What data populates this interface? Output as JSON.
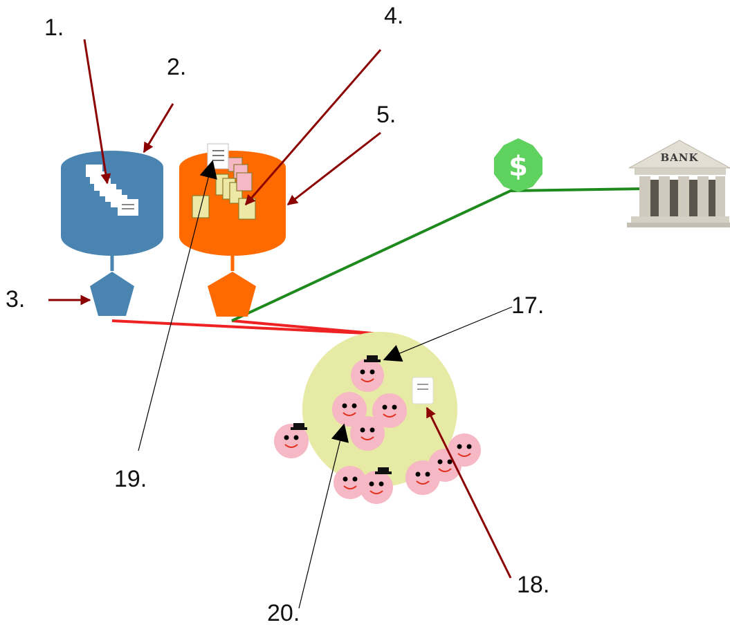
{
  "labels": {
    "l1": "1.",
    "l2": "2.",
    "l3": "3.",
    "l4": "4.",
    "l5": "5.",
    "l17": "17.",
    "l18": "18.",
    "l19": "19.",
    "l20": "20."
  },
  "bank": {
    "sign": "BANK"
  },
  "coin": {
    "symbol": "$"
  },
  "icons": {
    "blue_database": "database-icon",
    "orange_database": "database-icon",
    "blue_node": "pentagon-icon",
    "orange_node": "pentagon-icon",
    "coin": "dollar-coin-icon",
    "bank": "bank-building-icon",
    "people": "smiley-face-icon",
    "document": "scroll-document-icon"
  },
  "colors": {
    "blue": "#4a84b0",
    "orange": "#ff6a00",
    "green_link": "#1e8a1e",
    "red_link": "#ee2222",
    "arrow": "#8b0000",
    "crowd_circle": "#e6eaa4",
    "face": "#f6b8c4",
    "coin": "#5fd15f"
  }
}
